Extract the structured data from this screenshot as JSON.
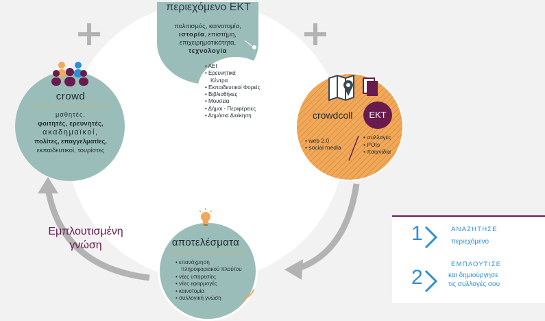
{
  "content": {
    "title": "περιεχόμενο ΕΚΤ",
    "topics": [
      {
        "text": "πολιτισμός, ",
        "bold": false
      },
      {
        "text": "καινοτομία,",
        "bold": false
      },
      {
        "text": "ιστορία",
        "bold": true
      },
      {
        "text": ", επιστήμη,",
        "bold": false
      },
      {
        "text": "επιχειρηματικότητα,",
        "bold": false
      },
      {
        "text": "τεχνολογία",
        "bold": true
      }
    ],
    "institutions": [
      {
        "text": "ΑΕΙ",
        "cont": false
      },
      {
        "text": "Ερευνητικά",
        "cont": false
      },
      {
        "text": "Κέντρα",
        "cont": true
      },
      {
        "text": "Εκπαιδευτικοί Φορείς",
        "cont": false
      },
      {
        "text": "Βιβλιοθήκες",
        "cont": false
      },
      {
        "text": "Μουσεία",
        "cont": false
      },
      {
        "text": "Δήμοι - Περιφέρειες",
        "cont": false
      },
      {
        "text": "Δημόσια Διοίκηση",
        "cont": false
      }
    ]
  },
  "crowd": {
    "title": "crowd",
    "lines": [
      "μαθητές,",
      "φοιτητές, ερευνητές,",
      "ακαδημαϊκοί,",
      "πολίτες, επαγγελματίες,",
      "εκπαιδευτικοί, τουρίστες"
    ]
  },
  "crowdcoll": {
    "title": "crowdcoll",
    "badge": "EKT",
    "left": [
      "web 2.0",
      "social media"
    ],
    "right": [
      "συλλογές",
      "POIs",
      "παιχνίδια"
    ]
  },
  "results": {
    "title": "αποτελέσματα",
    "items": [
      {
        "text": "επανάχρηση",
        "cont": false
      },
      {
        "text": "πληροφοριακού πλούτου",
        "cont": true
      },
      {
        "text": "νέες υπηρεσίες",
        "cont": false
      },
      {
        "text": "νέες εφαρμογές",
        "cont": false
      },
      {
        "text": "καινοτομία",
        "cont": false
      },
      {
        "text": "συλλογική γνώση",
        "cont": false
      }
    ]
  },
  "enriched": {
    "line1": "Εμπλουτισμένη",
    "line2": "γνώση"
  },
  "steps": [
    {
      "number": "1",
      "line1": "ΑΝΑΖΗΤΗΣΕ",
      "line2": "περιεχόμενο",
      "line3": ""
    },
    {
      "number": "2",
      "line1": "ΕΜΠΛΟΥΤΙΣΕ",
      "line2": "και δημιούργησε",
      "line3": "τις συλλογές σου"
    }
  ],
  "colors": {
    "teal": "#9bbdb9",
    "orange": "#f0a95a",
    "purple": "#6a1b4d",
    "blue": "#2d8fd6",
    "gold": "#d6b24a",
    "arrow": "#b3b3b3"
  }
}
